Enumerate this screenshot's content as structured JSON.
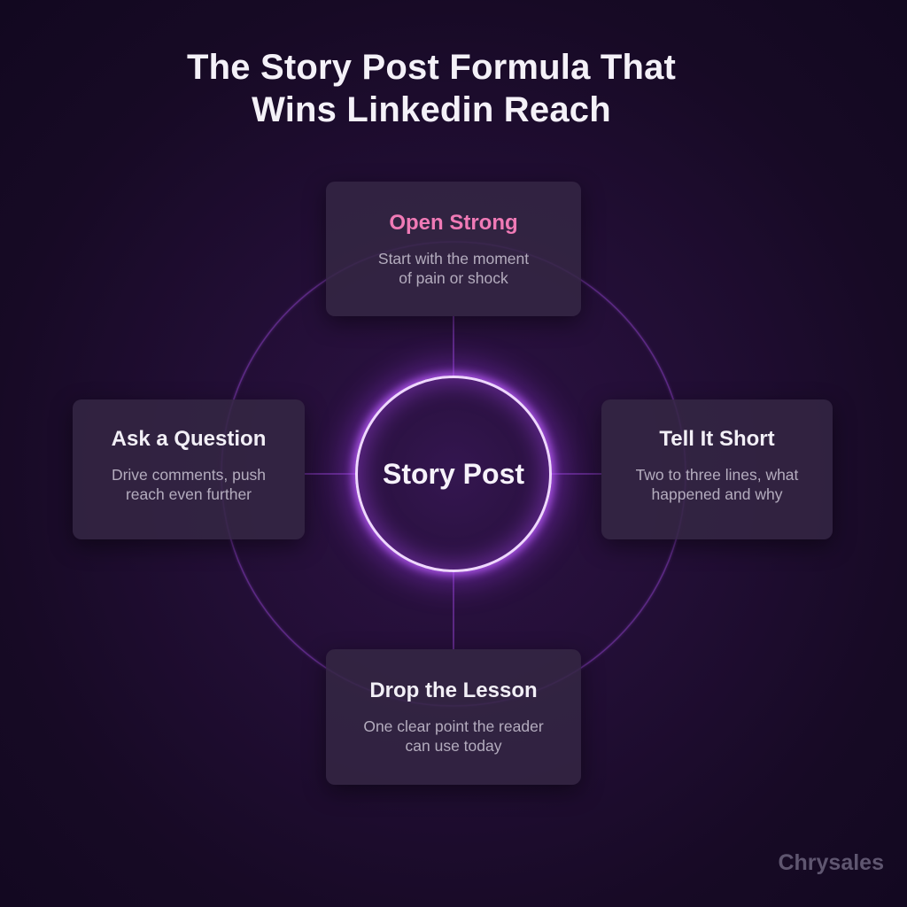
{
  "title": {
    "line1": "The Story Post Formula That",
    "line2": "Wins Linkedin Reach"
  },
  "center": {
    "label": "Story Post"
  },
  "steps": {
    "top": {
      "title": "Open Strong",
      "desc_line1": "Start with the moment",
      "desc_line2": "of pain or shock"
    },
    "right": {
      "title": "Tell It Short",
      "desc_line1": "Two to three lines, what",
      "desc_line2": "happened and why"
    },
    "bottom": {
      "title": "Drop the Lesson",
      "desc_line1": "One clear point the reader",
      "desc_line2": "can use today"
    },
    "left": {
      "title": "Ask a Question",
      "desc_line1": "Drive comments, push",
      "desc_line2": "reach even further"
    }
  },
  "brand": "Chrysales",
  "colors": {
    "background": "#1a0b2a",
    "accent_title": "#f07ab6",
    "glow": "#b45cff",
    "card": "#342644"
  }
}
